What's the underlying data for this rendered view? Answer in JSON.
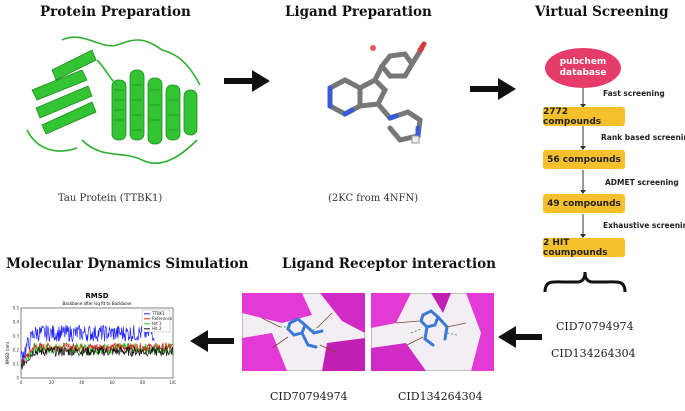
{
  "headings": {
    "protein": "Protein Preparation",
    "ligand": "Ligand Preparation",
    "screening": "Virtual Screening",
    "md": "Molecular Dynamics Simulation",
    "interaction": "Ligand Receptor interaction"
  },
  "captions": {
    "protein": "Tau Protein (TTBK1)",
    "ligand": "(2KC  from 4NFN)"
  },
  "screening": {
    "database": [
      "pubchem",
      "database"
    ],
    "steps": [
      {
        "label": "Fast screening",
        "result": "2772 compounds"
      },
      {
        "label": "Rank based screening",
        "result": "56 compounds"
      },
      {
        "label": "ADMET screening",
        "result": "49 compounds"
      },
      {
        "label": "Exhaustive screening",
        "result": "2 HIT coumpounds"
      }
    ]
  },
  "hits": {
    "right_top": "CID70794974",
    "right_bottom": "CID134264304",
    "left_caption": "CID70794974",
    "right_caption": "CID134264304"
  },
  "rmsd_plot": {
    "title": "RMSD",
    "subtitle": "Backbone after lsq fit to Backbone",
    "ylabel": "RMSD (nm)",
    "xticks": [
      "0",
      "20",
      "40",
      "60",
      "80",
      "100"
    ],
    "yticks": [
      "0",
      "0.1",
      "0.2",
      "0.3",
      "0.4",
      "0.5"
    ],
    "legend": [
      "TTBK1",
      "Reference",
      "Hit 1",
      "Hit 2"
    ]
  },
  "colors": {
    "box": "#f5c02c",
    "database": "#e53c6a",
    "protein": "#2bbf2b",
    "receptor": "#e33ad6"
  }
}
